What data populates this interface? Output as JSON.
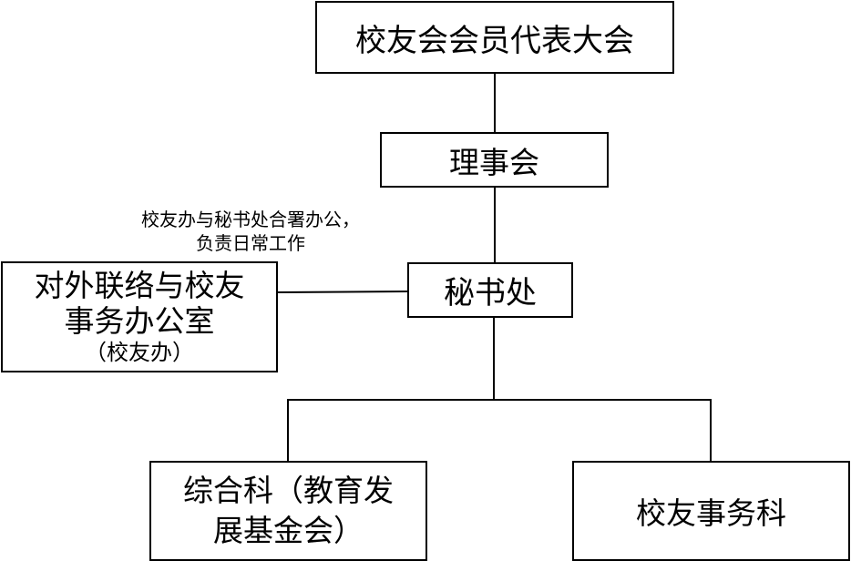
{
  "nodes": {
    "congress": "校友会会员代表大会",
    "council": "理事会",
    "secretariat": "秘书处",
    "office_line1": "对外联络与校友",
    "office_line2": "事务办公室",
    "office_line3": "（校友办）",
    "general_line1": "综合科（教育发",
    "general_line2": "展基金会）",
    "alumni_affairs": "校友事务科"
  },
  "note": {
    "line1": "校友办与秘书处合署办公，",
    "line2": "负责日常工作"
  },
  "colors": {
    "line": "#000000",
    "background": "#ffffff"
  }
}
